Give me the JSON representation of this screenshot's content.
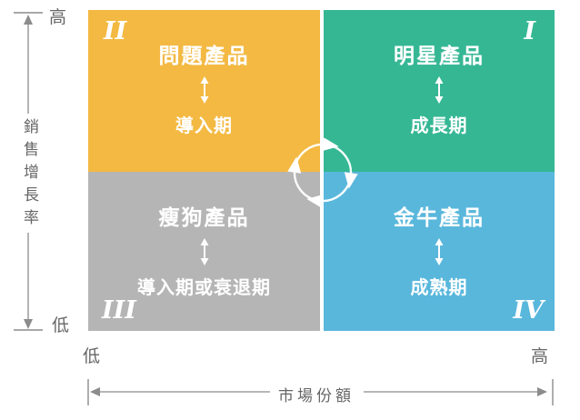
{
  "diagram": {
    "type": "bcg-growth-share-matrix",
    "quadrants": [
      {
        "id": "question",
        "numeral": "II",
        "title": "問題產品",
        "phase": "導入期",
        "color": "#f3b942",
        "position": "top-left"
      },
      {
        "id": "star",
        "numeral": "I",
        "title": "明星產品",
        "phase": "成長期",
        "color": "#35b794",
        "position": "top-right"
      },
      {
        "id": "dog",
        "numeral": "III",
        "title": "瘦狗產品",
        "phase": "導入期或衰退期",
        "color": "#b5b5b5",
        "position": "bottom-left"
      },
      {
        "id": "cow",
        "numeral": "IV",
        "title": "金牛產品",
        "phase": "成熟期",
        "color": "#59b7dc",
        "position": "bottom-right"
      }
    ],
    "y_axis": {
      "title": "銷售增長率",
      "top_label": "高",
      "bottom_label": "低"
    },
    "x_axis": {
      "title": "市場份額",
      "left_label": "低",
      "right_label": "高"
    },
    "icons": {
      "center": "cycle-arrows",
      "between_labels": "up-down-arrow"
    },
    "colors": {
      "question_quadrant": "#f3b942",
      "star_quadrant": "#35b794",
      "dog_quadrant": "#b5b5b5",
      "cow_quadrant": "#59b7dc",
      "quadrant_text": "#ffffff",
      "axis_line": "#8c8c8c",
      "axis_text": "#666666",
      "background": "#ffffff"
    }
  }
}
